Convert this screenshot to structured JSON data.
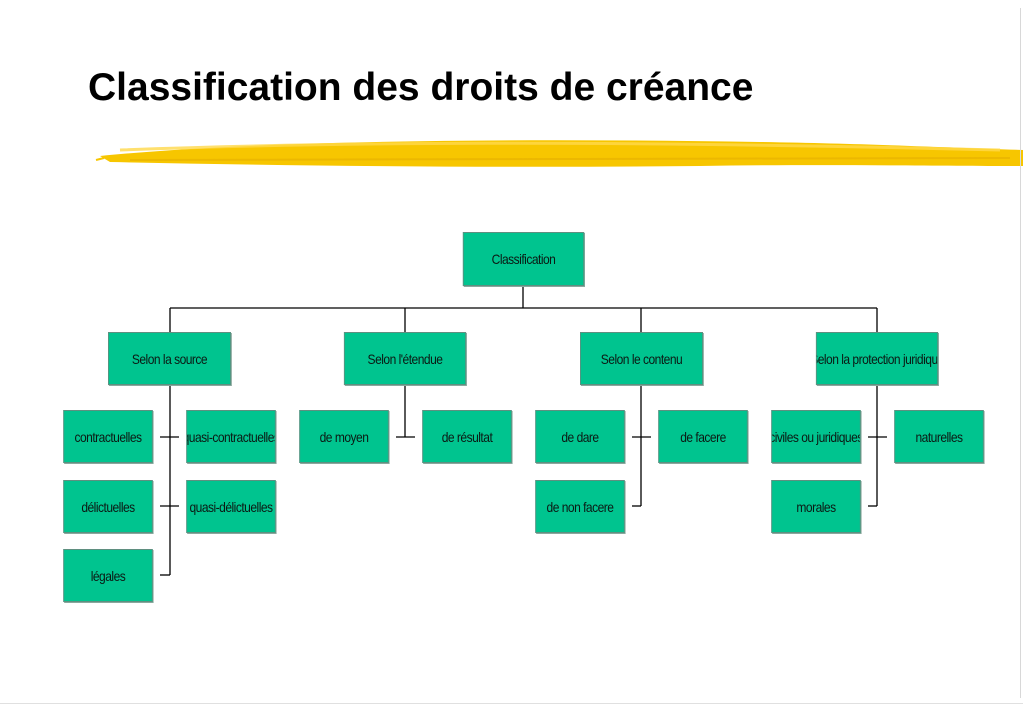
{
  "slide": {
    "title": "Classification des droits de créance",
    "accent_color": "#f5c400"
  },
  "diagram": {
    "box_color": "#00c48f",
    "line_color": "#000000",
    "root": "Classification",
    "branches": [
      {
        "label": "Selon la source",
        "items": [
          "contractuelles",
          "quasi-contractuelles",
          "délictuelles",
          "quasi-délictuelles",
          "légales"
        ]
      },
      {
        "label": "Selon l'étendue",
        "items": [
          "de moyen",
          "de résultat"
        ]
      },
      {
        "label": "Selon le contenu",
        "items": [
          "de dare",
          "de facere",
          "de non facere"
        ]
      },
      {
        "label": "Selon la protection juridique",
        "items": [
          "civiles ou juridiques",
          "naturelles",
          "morales"
        ]
      }
    ]
  }
}
